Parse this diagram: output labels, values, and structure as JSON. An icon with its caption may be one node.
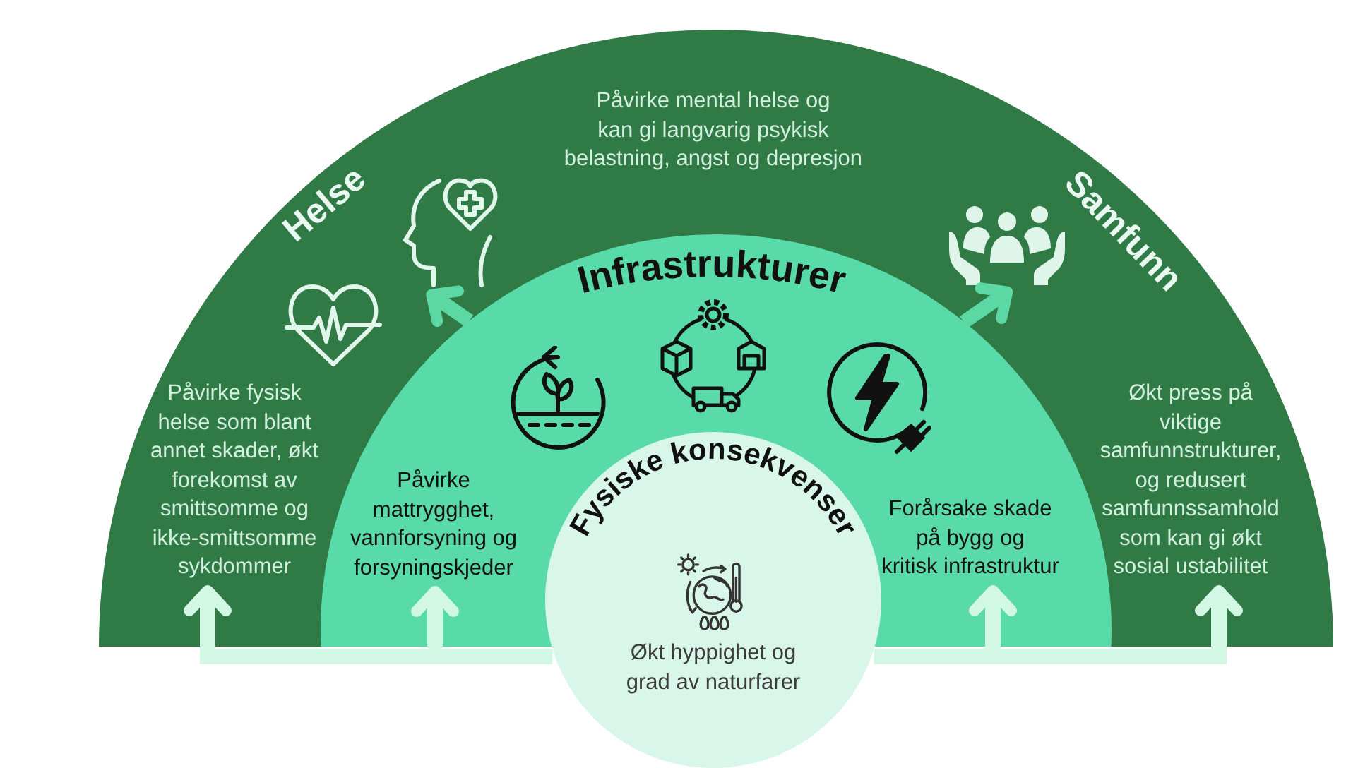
{
  "diagram": {
    "nodes": [
      {
        "text": [
          "Påvirke mental helse og kan gi langvarig psykisk belastning, angst og depresjon",
          "Helse",
          "Samfunn"
        ]
      },
      {
        "text": [],
        "shape": "picture",
        "in": 0
      },
      {
        "text": [],
        "shape": "picture",
        "in": 0
      },
      {
        "text": [
          "Infrastrukturer"
        ],
        "in": 0
      },
      {
        "text": [
          "Påvirke fysisk helse som blant annet skader, økt forekomst av smittsomme og ikke-smittsomme sykdommer"
        ],
        "in": 0
      },
      {
        "text": [
          "Påvirke mattrygghet, vannforsyning og forsyningskjeder"
        ],
        "in": 3
      },
      {
        "text": [
          "Fysiske konsekvenser",
          "Økt hyppighet og grad av naturfarer"
        ]
      },
      {
        "text": [
          "Forårsake skade på bygg og kritisk infrastruktur"
        ],
        "in": 3
      },
      {
        "text": [
          "Økt press på viktige samfunnstrukturer, og redusert samfunnssamhold som kan gi økt sosial ustabilitet"
        ],
        "in": 0
      }
    ],
    "edges": [
      {
        "from": 6,
        "to": 4,
        "arrow": "to"
      },
      {
        "from": 6,
        "to": 5,
        "arrow": "to"
      },
      {
        "from": 6,
        "to": 7,
        "arrow": "to"
      },
      {
        "from": 6,
        "to": 8,
        "arrow": "to"
      },
      {
        "from": 3,
        "to": 1,
        "arrow": "to",
        "color": "#5cd8a5"
      },
      {
        "from": 3,
        "to": 2,
        "arrow": "to",
        "color": "#5cd8a5"
      }
    ]
  }
}
